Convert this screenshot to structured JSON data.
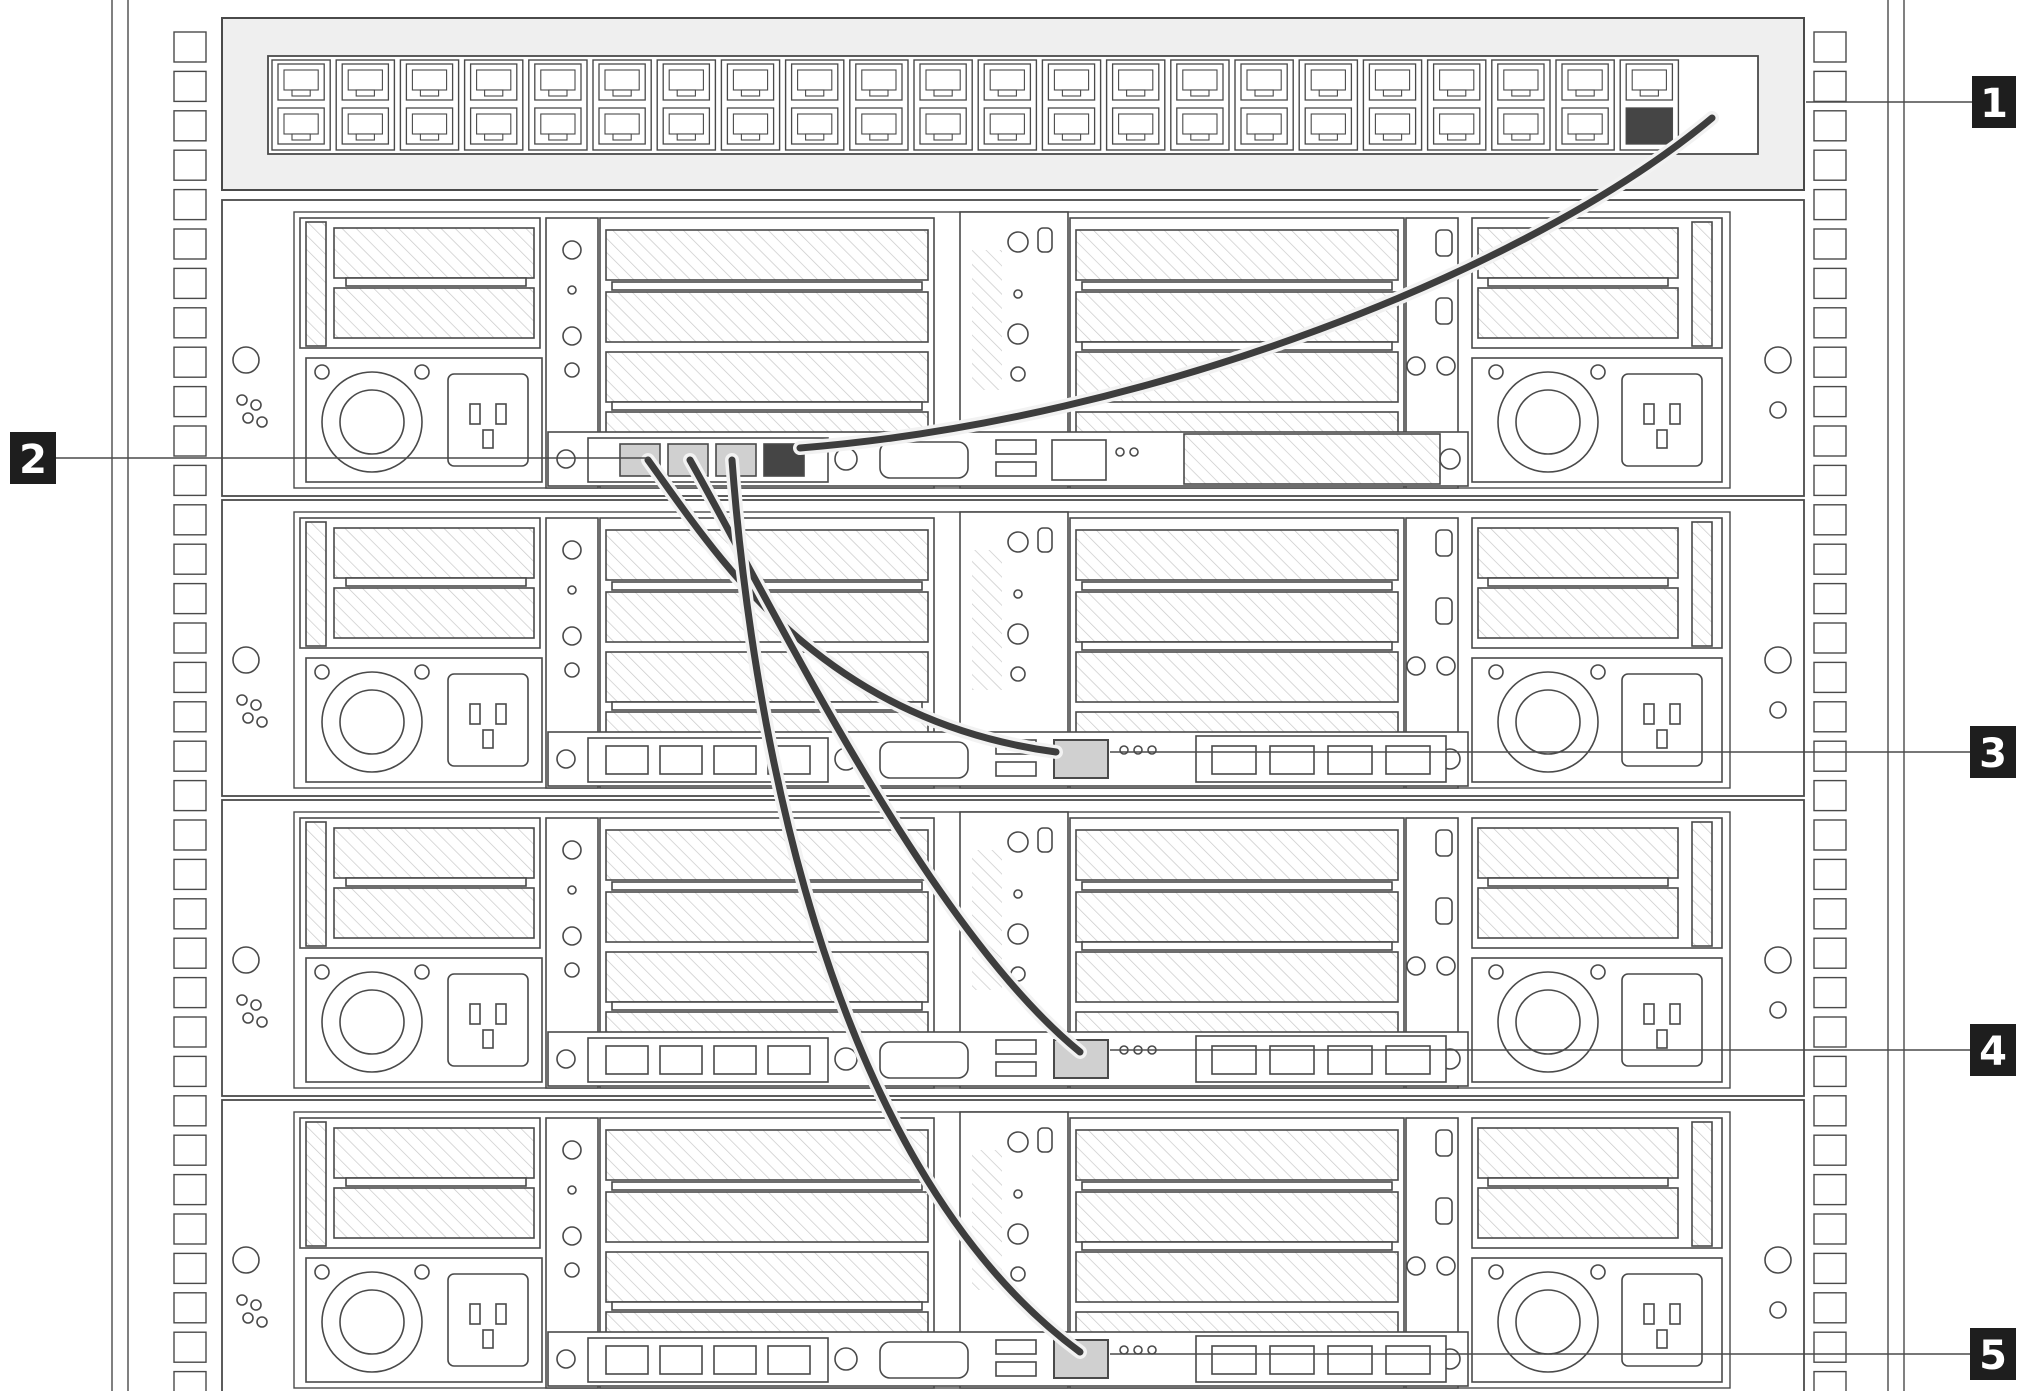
{
  "diagram": {
    "callouts": [
      {
        "id": "1",
        "label": "1"
      },
      {
        "id": "2",
        "label": "2"
      },
      {
        "id": "3",
        "label": "3"
      },
      {
        "id": "4",
        "label": "4"
      },
      {
        "id": "5",
        "label": "5"
      }
    ],
    "colors": {
      "line": "#4a4a4a",
      "chassis_fill": "#ffffff",
      "switch_fill": "#efefef",
      "port_light": "#d0d0d0",
      "port_dark": "#454545",
      "cable": "#3d3d3d",
      "cable_outline": "#f2f2f2",
      "callout_box": "#1e1e1e",
      "callout_text": "#ffffff"
    },
    "switch": {
      "port_columns": 22
    },
    "servers": {
      "count": 4
    }
  }
}
